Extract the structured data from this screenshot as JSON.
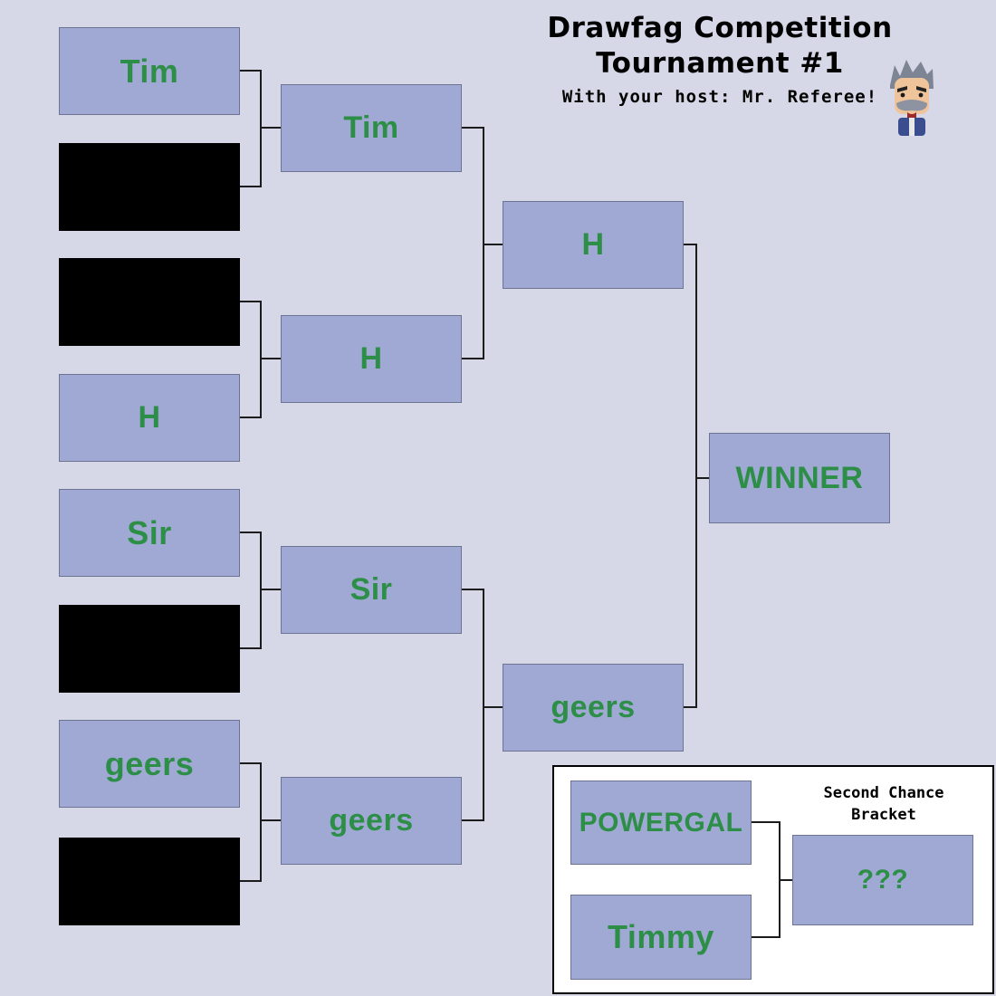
{
  "title": {
    "line1": "Drawfag Competition",
    "line2": "Tournament #1",
    "subtitle": "With your host: Mr. Referee!"
  },
  "colors": {
    "background": "#d6d8e8",
    "box_fill": "#a0a8d4",
    "box_border": "#6d7392",
    "text_green": "#2d8f47",
    "black_box": "#000000",
    "panel_bg": "#ffffff"
  },
  "icons": {
    "referee": "referee-avatar"
  },
  "bracket": {
    "round1": [
      {
        "label": "Tim",
        "type": "entrant"
      },
      {
        "label": "",
        "type": "black"
      },
      {
        "label": "",
        "type": "black"
      },
      {
        "label": "H",
        "type": "entrant"
      },
      {
        "label": "Sir",
        "type": "entrant"
      },
      {
        "label": "",
        "type": "black"
      },
      {
        "label": "geers",
        "type": "entrant"
      },
      {
        "label": "",
        "type": "black"
      }
    ],
    "round2": [
      {
        "label": "Tim"
      },
      {
        "label": "H"
      },
      {
        "label": "Sir"
      },
      {
        "label": "geers"
      }
    ],
    "semifinals": [
      {
        "label": "H"
      },
      {
        "label": "geers"
      }
    ],
    "winner": {
      "label": "WINNER"
    }
  },
  "second_chance": {
    "title_line1": "Second Chance",
    "title_line2": "Bracket",
    "entrants": [
      {
        "label": "POWERGAL"
      },
      {
        "label": "Timmy"
      }
    ],
    "result": {
      "label": "???"
    }
  }
}
